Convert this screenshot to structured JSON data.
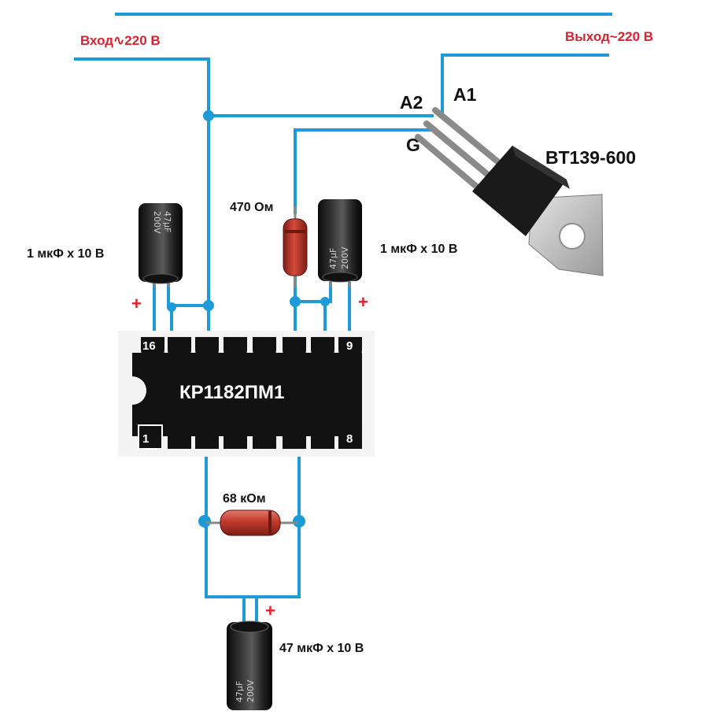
{
  "labels": {
    "input": "Вход∿220 В",
    "output": "Выход~220 В",
    "a2": "A2",
    "a1": "A1",
    "g": "G",
    "triac": "BT139-600",
    "r470": "470 Ом",
    "cap_left": "1 мкФ х 10 В",
    "cap_right": "1 мкФ х 10 В",
    "ic": "КР1182ПМ1",
    "r68k": "68 кОм",
    "cap_bottom": "47 мкФ х 10 В",
    "plus": "+",
    "pin16": "16",
    "pin9": "9",
    "pin1": "1",
    "pin8": "8",
    "cap_print_value": "47μF",
    "cap_print_voltage": "200V",
    "cap_right_print_value": "47μF",
    "cap_right_print_voltage": "200V",
    "cap_bottom_print_value": "47μF",
    "cap_bottom_print_voltage": "200V"
  },
  "colors": {
    "wire": "#1e9ad6",
    "label_red": "#d9232e",
    "plus_red": "#e0202a",
    "ic_body": "#111111",
    "resistor": "#c0392b",
    "triac_body": "#1a1a1a",
    "triac_tab": "#c8c8c8"
  }
}
